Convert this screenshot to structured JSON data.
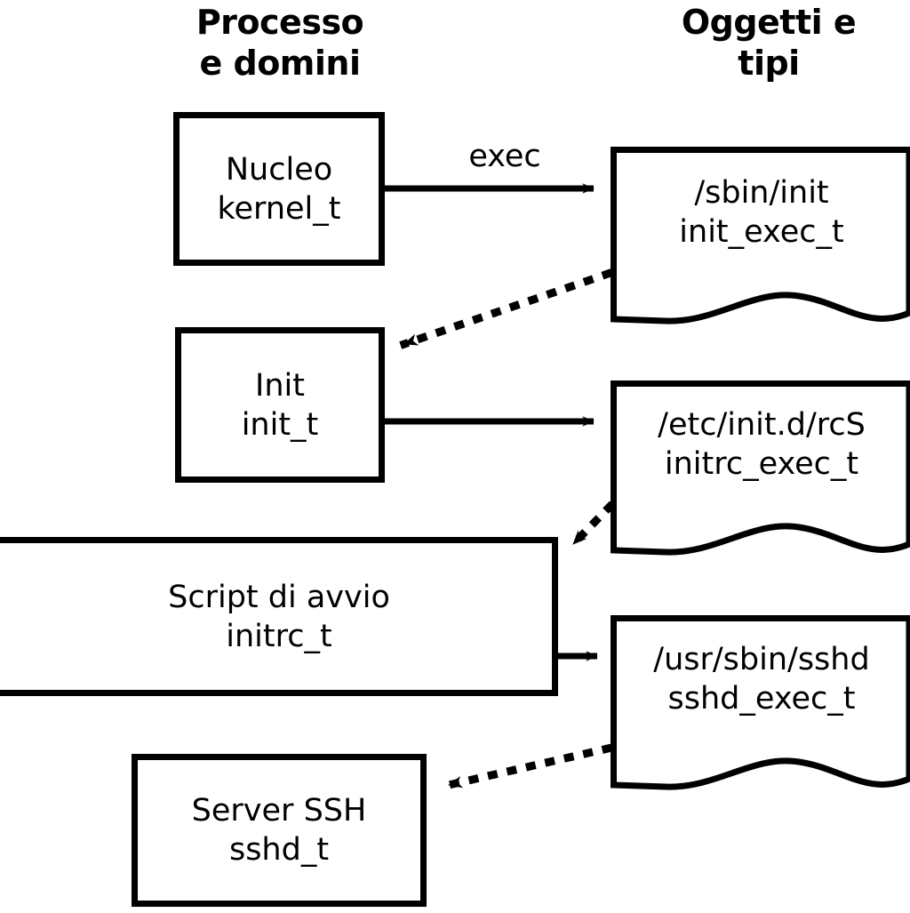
{
  "diagram": {
    "title_left": "Processo\ne domini",
    "title_right": "Oggetti e\ntipi",
    "process_nodes": [
      {
        "id": "kernel",
        "label": "Nucleo\nkernel_t"
      },
      {
        "id": "init",
        "label": "Init\ninit_t"
      },
      {
        "id": "initrc",
        "label": "Script di avvio\ninitrc_t"
      },
      {
        "id": "sshd",
        "label": "Server SSH\nsshd_t"
      }
    ],
    "object_nodes": [
      {
        "id": "init_exec",
        "label": "/sbin/init\ninit_exec_t"
      },
      {
        "id": "initrc_exec",
        "label": "/etc/init.d/rcS\ninitrc_exec_t"
      },
      {
        "id": "sshd_exec",
        "label": "/usr/sbin/sshd\nsshd_exec_t"
      }
    ],
    "edges": [
      {
        "id": "kernel-exec-init_exec",
        "from": "kernel",
        "to": "init_exec",
        "style": "solid",
        "label": "exec"
      },
      {
        "id": "init_exec-transition-init",
        "from": "init_exec",
        "to": "init",
        "style": "dotted",
        "label": ""
      },
      {
        "id": "init-exec-initrc_exec",
        "from": "init",
        "to": "initrc_exec",
        "style": "solid",
        "label": ""
      },
      {
        "id": "initrc_exec-transition-initrc",
        "from": "initrc_exec",
        "to": "initrc",
        "style": "dotted",
        "label": ""
      },
      {
        "id": "initrc-exec-sshd_exec",
        "from": "initrc",
        "to": "sshd_exec",
        "style": "solid",
        "label": ""
      },
      {
        "id": "sshd_exec-transition-sshd",
        "from": "sshd_exec",
        "to": "sshd",
        "style": "dotted",
        "label": ""
      }
    ],
    "colors": {
      "stroke": "#000000",
      "fill": "#ffffff",
      "text": "#000000"
    }
  }
}
